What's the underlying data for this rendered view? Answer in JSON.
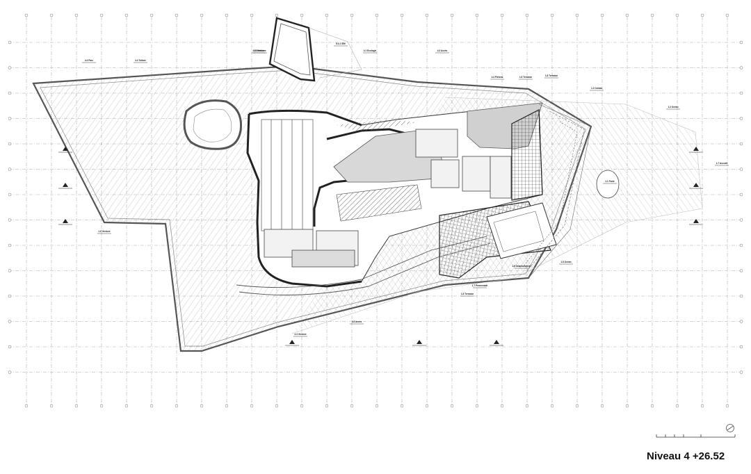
{
  "drawing": {
    "level_title": "Niveau 4 +26.52",
    "icons": {
      "north_arrow": "north-arrow-icon",
      "scale_bar": "scale-bar-icon",
      "section_marker": "section-marker-icon"
    },
    "room_labels": [
      "4.4 Parc",
      "4.4 Toiture",
      "4.5 Verdure",
      "6.4.1 Site",
      "4.1 Ecologie",
      "4.3 Accès",
      "4.4 Piétons",
      "1.8 Terrasse",
      "1.8 Terrasse",
      "1.2 Coteau",
      "1.3 Océan",
      "1.7 Accueil",
      "1.1 Porte",
      "1.6 Verdure",
      "1.8 Terrasse",
      "1.6 Déambulatoire",
      "1.8 Océan",
      "1.7 Promenade",
      "4.8 Accès",
      "4.3 Verdure",
      "4.5 Verdure"
    ]
  }
}
